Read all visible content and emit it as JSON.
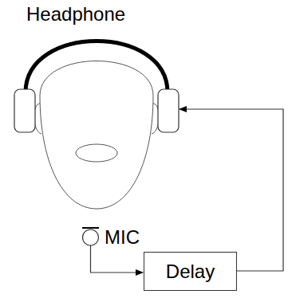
{
  "diagram": {
    "nodes": [
      {
        "text": [
          "Delay"
        ]
      }
    ],
    "labels": [
      "Headphone",
      "MIC"
    ]
  }
}
